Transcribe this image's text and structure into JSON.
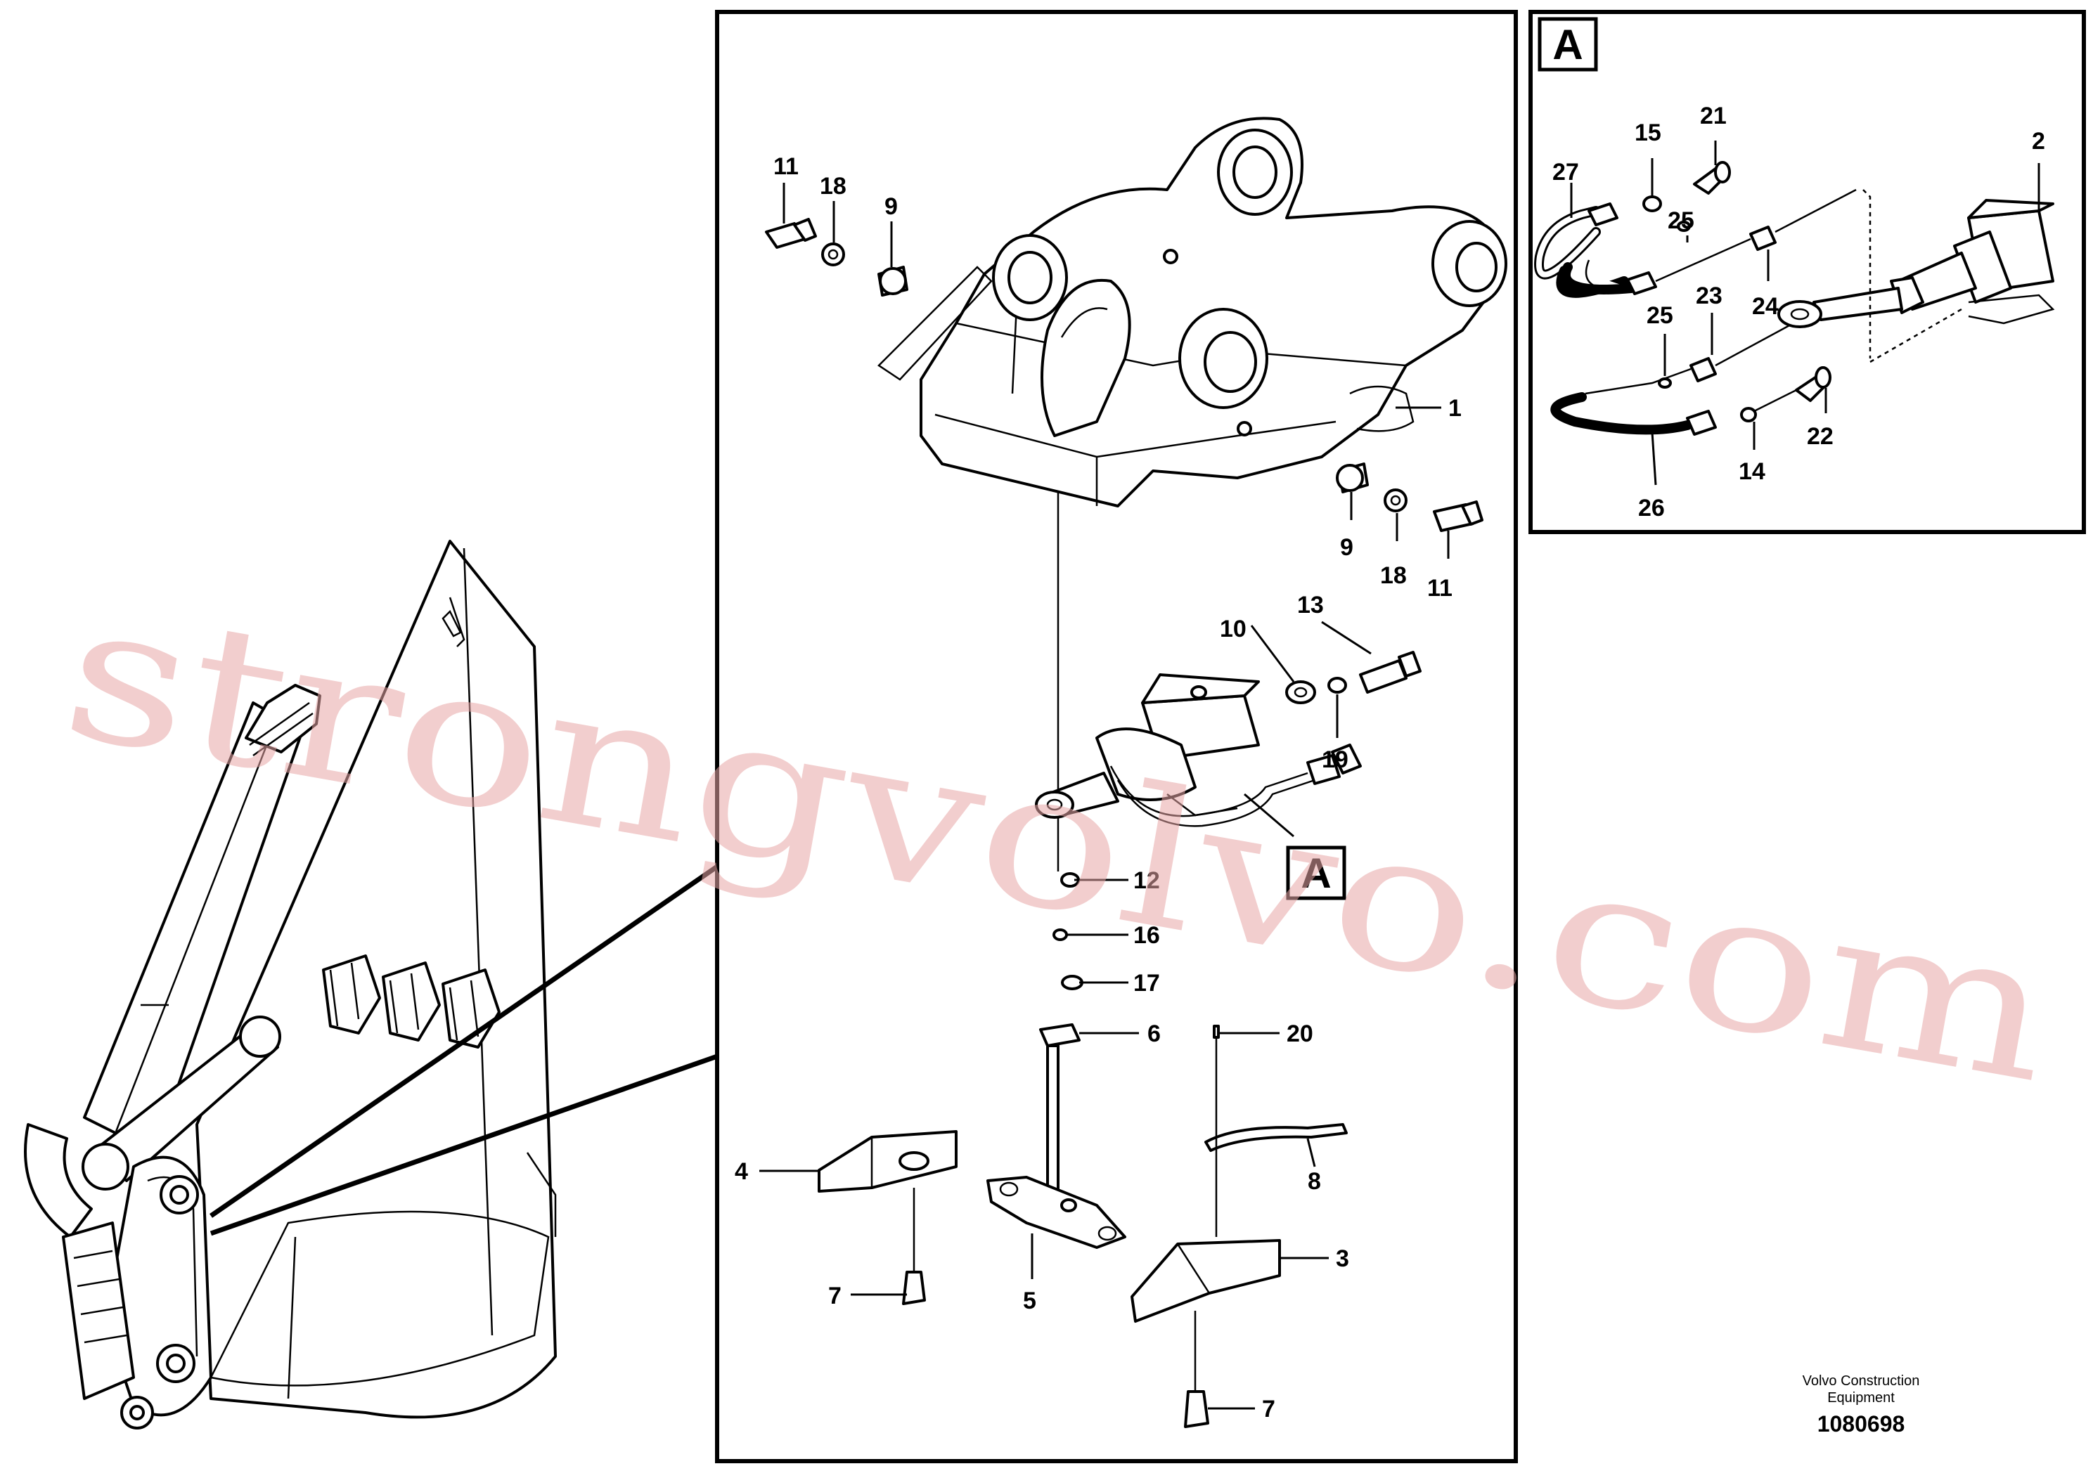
{
  "callouts": {
    "main": [
      {
        "id": "c11a",
        "label": "11"
      },
      {
        "id": "c18a",
        "label": "18"
      },
      {
        "id": "c9a",
        "label": "9"
      },
      {
        "id": "c1",
        "label": "1"
      },
      {
        "id": "c9b",
        "label": "9"
      },
      {
        "id": "c18b",
        "label": "18"
      },
      {
        "id": "c11b",
        "label": "11"
      },
      {
        "id": "c10",
        "label": "10"
      },
      {
        "id": "c13",
        "label": "13"
      },
      {
        "id": "c19",
        "label": "19"
      },
      {
        "id": "c12",
        "label": "12"
      },
      {
        "id": "c16",
        "label": "16"
      },
      {
        "id": "c17",
        "label": "17"
      },
      {
        "id": "c6",
        "label": "6"
      },
      {
        "id": "c20",
        "label": "20"
      },
      {
        "id": "c8",
        "label": "8"
      },
      {
        "id": "c4",
        "label": "4"
      },
      {
        "id": "c5",
        "label": "5"
      },
      {
        "id": "c3",
        "label": "3"
      },
      {
        "id": "c7a",
        "label": "7"
      },
      {
        "id": "c7b",
        "label": "7"
      }
    ],
    "detail": [
      {
        "id": "d27",
        "label": "27"
      },
      {
        "id": "d15",
        "label": "15"
      },
      {
        "id": "d21",
        "label": "21"
      },
      {
        "id": "d25a",
        "label": "25"
      },
      {
        "id": "d2",
        "label": "2"
      },
      {
        "id": "d24",
        "label": "24"
      },
      {
        "id": "d25b",
        "label": "25"
      },
      {
        "id": "d23",
        "label": "23"
      },
      {
        "id": "d22",
        "label": "22"
      },
      {
        "id": "d14",
        "label": "14"
      },
      {
        "id": "d26",
        "label": "26"
      }
    ]
  },
  "detail_marker": {
    "letter": "A"
  },
  "detail_box_label": {
    "letter": "A"
  },
  "watermark": {
    "text": "strongvolvo.com",
    "color": "#e8a6a6"
  },
  "footer": {
    "company_line1": "Volvo Construction",
    "company_line2": "Equipment",
    "drawing_number": "1080698"
  }
}
